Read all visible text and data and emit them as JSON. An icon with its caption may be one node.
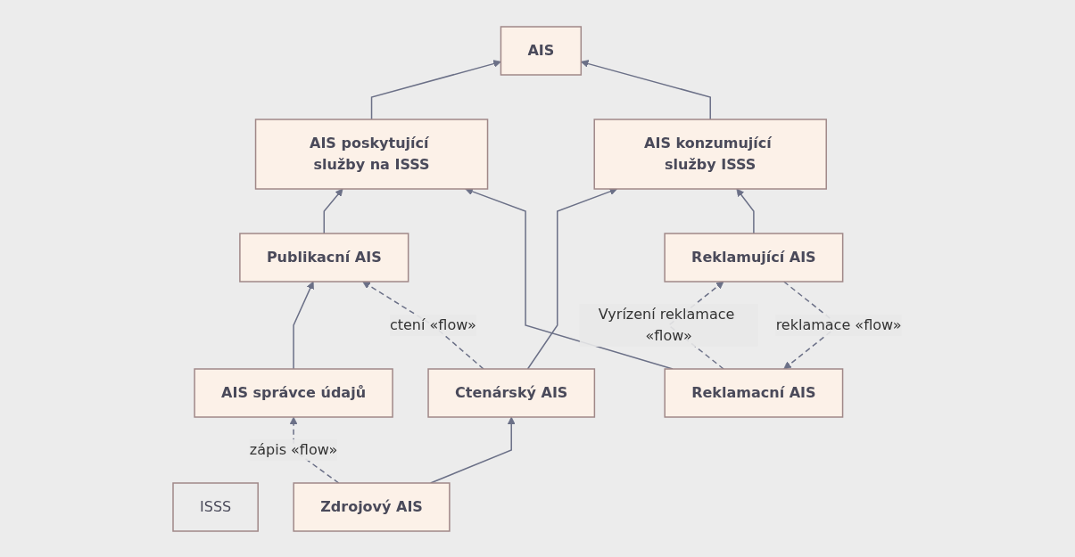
{
  "diagram": {
    "nodes": [
      {
        "text": [
          "AIS"
        ]
      },
      {
        "text": [
          "AIS poskytující služby na ISSS"
        ]
      },
      {
        "text": [
          "AIS konzumující služby ISSS"
        ]
      },
      {
        "text": [
          "ISSS"
        ]
      },
      {
        "text": [
          "Publikacní AIS"
        ]
      },
      {
        "text": [
          "Ctenárský AIS"
        ]
      },
      {
        "text": [
          "AIS správce údajů"
        ]
      },
      {
        "text": [
          "Zdrojový AIS"
        ]
      },
      {
        "text": [
          "Reklamacní AIS"
        ]
      },
      {
        "text": [
          "Reklamující AIS"
        ]
      }
    ],
    "edges": [
      {
        "from": 1,
        "to": 0,
        "arrow": "to"
      },
      {
        "from": 2,
        "to": 0,
        "arrow": "to"
      },
      {
        "from": 4,
        "to": 1,
        "arrow": "to"
      },
      {
        "from": 6,
        "to": 4,
        "arrow": "to"
      },
      {
        "from": 8,
        "to": 1,
        "arrow": "to"
      },
      {
        "from": 5,
        "to": 2,
        "arrow": "to"
      },
      {
        "from": 7,
        "to": 5,
        "arrow": "to"
      },
      {
        "from": 9,
        "to": 2,
        "arrow": "to"
      },
      {
        "from": 5,
        "to": 4,
        "arrow": "to",
        "label": "ctení «flow»",
        "style": "dashed"
      },
      {
        "from": 7,
        "to": 6,
        "arrow": "to",
        "label": "zápis «flow»",
        "style": "dashed"
      },
      {
        "from": 9,
        "to": 8,
        "arrow": "to",
        "label": "reklamace «flow»",
        "style": "dashed"
      },
      {
        "from": 8,
        "to": 9,
        "arrow": "to",
        "label": "Vyrízení reklamace «flow»",
        "style": "dashed"
      }
    ]
  }
}
